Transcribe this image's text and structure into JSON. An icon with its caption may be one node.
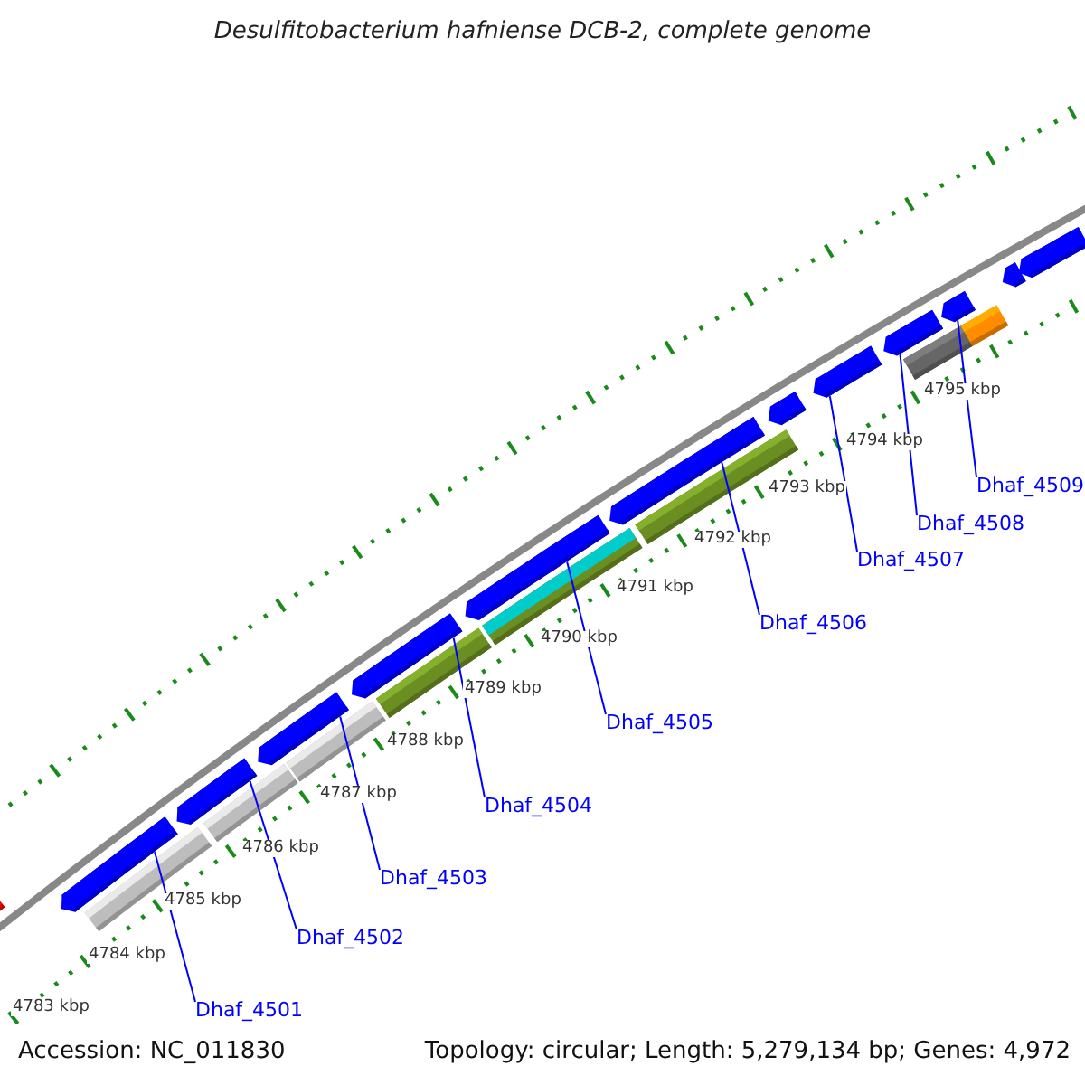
{
  "diagram": {
    "title": "Desulfitobacterium hafniense DCB-2, complete genome",
    "nodes": [
      {
        "text": [
          "Dhaf_4501"
        ]
      },
      {
        "text": [
          "Dhaf_4502"
        ]
      },
      {
        "text": [
          "Dhaf_4503"
        ]
      },
      {
        "text": [
          "Dhaf_4504"
        ]
      },
      {
        "text": [
          "Dhaf_4505"
        ]
      },
      {
        "text": [
          "Dhaf_4506"
        ]
      },
      {
        "text": [
          "Dhaf_4507"
        ]
      },
      {
        "text": [
          "Dhaf_4508"
        ]
      },
      {
        "text": [
          "Dhaf_4509"
        ]
      },
      {
        "text": [],
        "shape": "bar"
      },
      {
        "text": [],
        "shape": "bar"
      },
      {
        "text": [],
        "shape": "bar"
      },
      {
        "text": [],
        "shape": "bar"
      },
      {
        "text": [],
        "shape": "bar"
      },
      {
        "text": [],
        "shape": "bar"
      },
      {
        "text": [],
        "shape": "bar"
      },
      {
        "text": [],
        "shape": "bar"
      },
      {
        "text": [],
        "shape": "bar"
      },
      {
        "text": [],
        "shape": "bar"
      },
      {
        "text": [],
        "shape": "bar"
      },
      {
        "text": [],
        "shape": "bar"
      }
    ],
    "edges": [
      {
        "from": 0,
        "to": 9,
        "arrow": "none"
      },
      {
        "from": 1,
        "to": 10,
        "arrow": "none"
      },
      {
        "from": 2,
        "to": 11,
        "arrow": "none"
      },
      {
        "from": 3,
        "to": 12,
        "arrow": "none"
      },
      {
        "from": 4,
        "to": 13,
        "arrow": "none"
      },
      {
        "from": 5,
        "to": 14,
        "arrow": "none"
      },
      {
        "from": 6,
        "to": 16,
        "arrow": "none"
      },
      {
        "from": 7,
        "to": 17,
        "arrow": "none"
      },
      {
        "from": 8,
        "to": 18,
        "arrow": "none"
      }
    ],
    "labels": [
      "4783 kbp",
      "4784 kbp",
      "4785 kbp",
      "4786 kbp",
      "4787 kbp",
      "4788 kbp",
      "4789 kbp",
      "4790 kbp",
      "4791 kbp",
      "4792 kbp",
      "4793 kbp",
      "4794 kbp",
      "4795 kbp",
      "Accession: NC_011830",
      "Topology: circular; Length: 5,279,134 bp; Genes: 4,972"
    ]
  }
}
